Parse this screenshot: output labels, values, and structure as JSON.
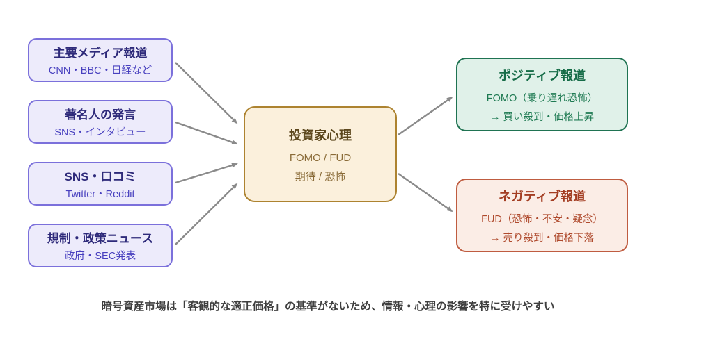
{
  "diagram": {
    "caption": "暗号資産市場は「客観的な適正価格」の基準がないため、情報・心理の影響を特に受けやすい",
    "sources": [
      {
        "title": "主要メディア報道",
        "subtitle": "CNN・BBC・日経など"
      },
      {
        "title": "著名人の発言",
        "subtitle": "SNS・インタビュー"
      },
      {
        "title": "SNS・口コミ",
        "subtitle": "Twitter・Reddit"
      },
      {
        "title": "規制・政策ニュース",
        "subtitle": "政府・SEC発表"
      }
    ],
    "center": {
      "title": "投資家心理",
      "line1": "FOMO / FUD",
      "line2": "期待 / 恐怖"
    },
    "outcomes": [
      {
        "tone": "positive",
        "title": "ポジティブ報道",
        "line1": "FOMO（乗り遅れ恐怖）",
        "line2": "→ 買い殺到・価格上昇"
      },
      {
        "tone": "negative",
        "title": "ネガティブ報道",
        "line1": "FUD（恐怖・不安・疑念）",
        "line2": "→ 売り殺到・価格下落"
      }
    ],
    "colors": {
      "source_fill": "#EDEBFB",
      "source_border": "#7B70DB",
      "source_title": "#2E2A7A",
      "source_subtitle": "#4840BF",
      "center_fill": "#FBF0DC",
      "center_border": "#AD8330",
      "center_title": "#5C471D",
      "center_text": "#8A6B38",
      "positive_fill": "#E0F1E9",
      "positive_border": "#1F7352",
      "positive_title": "#156C47",
      "positive_text": "#1E7A52",
      "negative_fill": "#FBEDE6",
      "negative_border": "#BF5C40",
      "negative_title": "#A33D22",
      "negative_text": "#AF4A2D",
      "arrow": "#8A8A8A",
      "caption": "#3E3E3E"
    }
  }
}
